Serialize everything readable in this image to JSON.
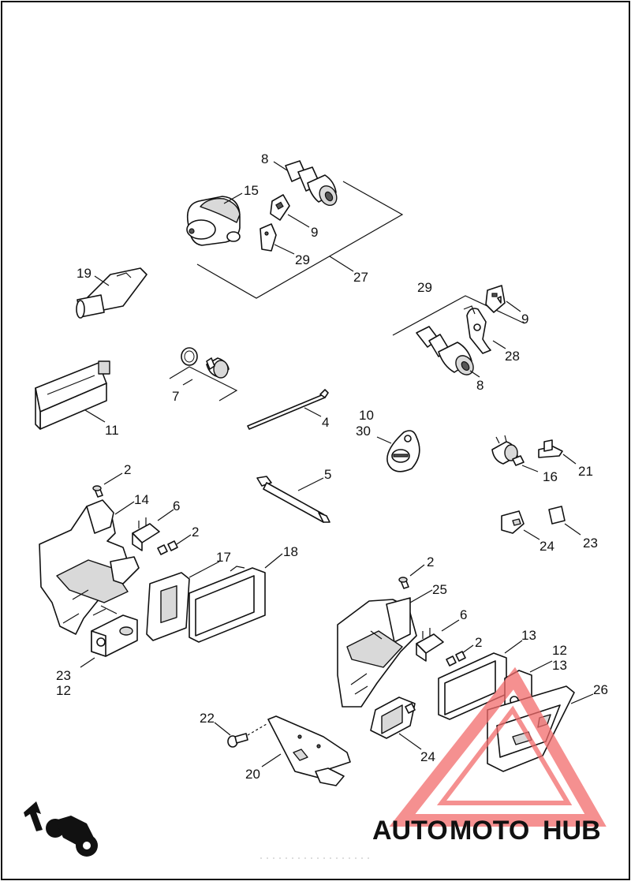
{
  "callouts": [
    {
      "id": "c8a",
      "text": "8"
    },
    {
      "id": "c15",
      "text": "15"
    },
    {
      "id": "c9a",
      "text": "9"
    },
    {
      "id": "c29a",
      "text": "29"
    },
    {
      "id": "c27",
      "text": "27"
    },
    {
      "id": "c19",
      "text": "19"
    },
    {
      "id": "c29b",
      "text": "29"
    },
    {
      "id": "c9b",
      "text": "9"
    },
    {
      "id": "c28",
      "text": "28"
    },
    {
      "id": "c8b",
      "text": "8"
    },
    {
      "id": "c7",
      "text": "7"
    },
    {
      "id": "c11",
      "text": "11"
    },
    {
      "id": "c4",
      "text": "4"
    },
    {
      "id": "c10",
      "text": "10"
    },
    {
      "id": "c30",
      "text": "30"
    },
    {
      "id": "c16",
      "text": "16"
    },
    {
      "id": "c21",
      "text": "21"
    },
    {
      "id": "c2a",
      "text": "2"
    },
    {
      "id": "c5",
      "text": "5"
    },
    {
      "id": "c14",
      "text": "14"
    },
    {
      "id": "c6a",
      "text": "6"
    },
    {
      "id": "c2b",
      "text": "2"
    },
    {
      "id": "c17",
      "text": "17"
    },
    {
      "id": "c18",
      "text": "18"
    },
    {
      "id": "c24a",
      "text": "24"
    },
    {
      "id": "c23a",
      "text": "23"
    },
    {
      "id": "c2c",
      "text": "2"
    },
    {
      "id": "c25",
      "text": "25"
    },
    {
      "id": "c6b",
      "text": "6"
    },
    {
      "id": "c2d",
      "text": "2"
    },
    {
      "id": "c23b",
      "text": "23"
    },
    {
      "id": "c12a",
      "text": "12"
    },
    {
      "id": "c13a",
      "text": "13"
    },
    {
      "id": "c12b",
      "text": "12"
    },
    {
      "id": "c13b",
      "text": "13"
    },
    {
      "id": "c26",
      "text": "26"
    },
    {
      "id": "c22",
      "text": "22"
    },
    {
      "id": "c20",
      "text": "20"
    },
    {
      "id": "c24b",
      "text": "24"
    }
  ],
  "watermark": {
    "part1": "AUTO",
    "part2": "MOTO",
    "part3": "HUB",
    "color_auto": "#f3c77a",
    "color_moto": "#f28a7a",
    "color_hub": "#777777",
    "triangle_color": "#f26b6b"
  },
  "icons": {
    "front_arrow": "front-direction-arrow-icon",
    "motorcycle": "motorcycle-silhouette-icon"
  }
}
